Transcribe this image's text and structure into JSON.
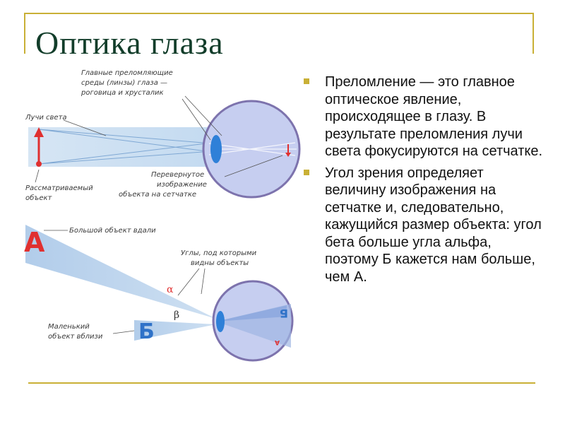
{
  "slide": {
    "title": "Оптика глаза",
    "accent_color": "#c9b036",
    "bullets": [
      "Преломление — это главное оптическое явление, происходящее в глазу. В результате преломления лучи света фокусируются на сетчатке.",
      "Угол зрения определяет величину изображения на сетчатке и, следовательно, кажущийся размер объекта: угол бета больше угла альфа, поэтому Б кажется нам больше, чем А."
    ]
  },
  "diagram_top": {
    "label_media_1": "Главные преломляющие",
    "label_media_2": "среды (линзы) глаза —",
    "label_media_3": "роговица и хрусталик",
    "label_rays": "Лучи света",
    "label_object_1": "Рассматриваемый",
    "label_object_2": "объект",
    "label_image_1": "Перевернутое",
    "label_image_2": "изображение",
    "label_image_3": "объекта на сетчатке"
  },
  "diagram_bottom": {
    "label_big_object": "Большой объект вдали",
    "letter_a": "А",
    "label_angles_1": "Углы, под которыми",
    "label_angles_2": "видны объекты",
    "alpha": "α",
    "beta": "β",
    "label_small_object_1": "Маленький",
    "label_small_object_2": "объект вблизи",
    "letter_b": "Б"
  }
}
